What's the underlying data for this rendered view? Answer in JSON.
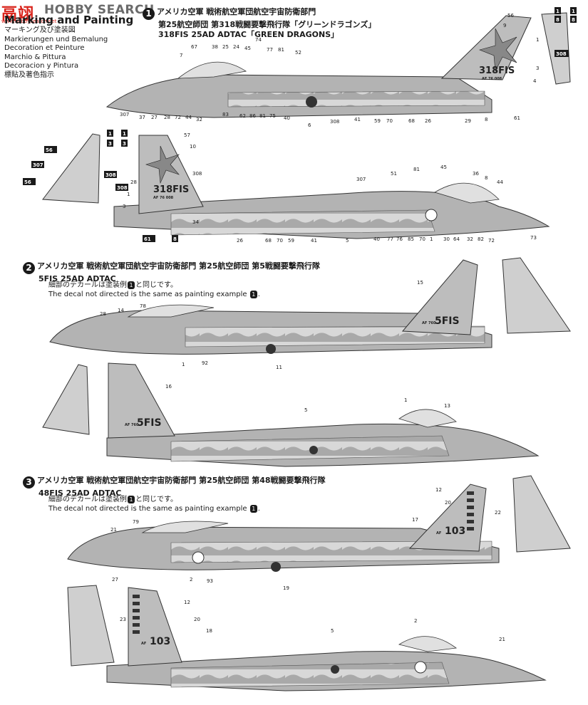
{
  "watermark": {
    "cn": "鬲翊",
    "en": "HOBBY SEARCH",
    "url": "www.hobbysearch.net"
  },
  "legend": {
    "title": "Marking and Painting",
    "lines": [
      "マーキング及び塗装図",
      "Markierungen und Bemalung",
      "Decoration et Peinture",
      "Marchio & Pittura",
      "Decoracion y Pintura",
      "標貼及著色指示"
    ]
  },
  "scheme1": {
    "number": "1",
    "line1": "アメリカ空軍 戦術航空軍団航空宇宙防衛部門",
    "line2": "第25航空師団 第318戦闘要撃飛行隊「グリーンドラゴンズ」",
    "line3": "318FIS 25AD ADTAC「GREEN DRAGONS」",
    "tail_code": "318FIS",
    "tail_serial": "AF 76 008",
    "callouts": [
      "67",
      "38",
      "25",
      "24",
      "45",
      "74",
      "77",
      "81",
      "52",
      "7",
      "307",
      "37",
      "27",
      "28",
      "72",
      "44",
      "32",
      "83",
      "62",
      "86",
      "81",
      "75",
      "40",
      "6",
      "308",
      "41",
      "59",
      "70",
      "68",
      "26",
      "29",
      "8",
      "61",
      "56",
      "9",
      "1",
      "3",
      "4",
      "57",
      "10",
      "308",
      "34",
      "26",
      "68",
      "70",
      "59",
      "41",
      "5",
      "40",
      "77",
      "76",
      "85",
      "70",
      "1",
      "30",
      "64",
      "32",
      "82",
      "72",
      "73",
      "307",
      "51",
      "81",
      "45",
      "36",
      "8",
      "44",
      "28",
      "1",
      "3",
      "4"
    ]
  },
  "scheme2": {
    "number": "2",
    "line1": "アメリカ空軍 戦術航空軍団航空宇宙防衛部門 第25航空師団 第5戦闘要撃飛行隊",
    "line2": "5FIS 25AD ADTAC",
    "note_jp": "細部のデカールは塗装例",
    "note_jp_tail": "と同じです。",
    "note_en": "The decal not directed is the same as painting example",
    "note_ref": "1",
    "tail_code": "5FIS",
    "tail_serial": "AF 760",
    "callouts": [
      "28",
      "14",
      "78",
      "15",
      "1",
      "92",
      "11",
      "16",
      "5",
      "1",
      "13"
    ]
  },
  "scheme3": {
    "number": "3",
    "line1": "アメリカ空軍 戦術航空軍団航空宇宙防衛部門 第25航空師団 第48戦闘要撃飛行隊",
    "line2": "48FIS 25AD ADTAC",
    "note_jp": "細部のデカールは塗装例",
    "note_jp_tail": "と同じです。",
    "note_en": "The decal not directed is the same as painting example",
    "note_ref": "1",
    "tail_code": "103",
    "tail_serial": "AF",
    "callouts": [
      "12",
      "20",
      "17",
      "22",
      "79",
      "21",
      "27",
      "2",
      "93",
      "19",
      "12",
      "20",
      "23",
      "18",
      "5",
      "2",
      "21"
    ]
  },
  "corner_boxes": [
    "1",
    "8",
    "1",
    "8",
    "308"
  ],
  "side_boxes": [
    "1",
    "3",
    "1",
    "3",
    "307",
    "308",
    "308",
    "56",
    "56",
    "61",
    "8"
  ]
}
